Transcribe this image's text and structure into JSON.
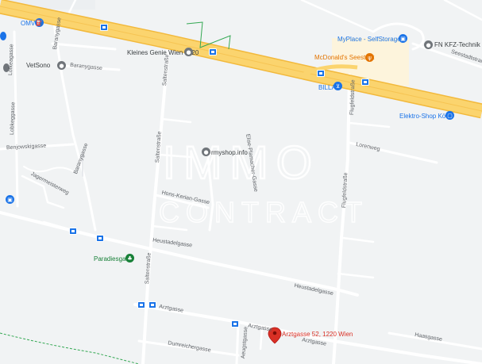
{
  "colors": {
    "background": "#f1f3f4",
    "highway": "#fbd46e",
    "highway_edge": "#f2b93c",
    "street": "#ffffff",
    "poi_blue": "#1a73e8",
    "poi_orange": "#e37400",
    "poi_gray": "#70757a",
    "poi_green": "#188038",
    "marker_red": "#d93025",
    "retail_area": "#fdf4dc",
    "park_line": "#34a853"
  },
  "pois": [
    {
      "name": "OMV",
      "color": "poi_blue",
      "icon": "gas-station-icon"
    },
    {
      "name": "Kleines Genie Wien 1220",
      "color": "poi_gray",
      "icon": "place-icon"
    },
    {
      "name": "MyPlace - SelfStorage",
      "color": "poi_blue",
      "icon": "storage-icon"
    },
    {
      "name": "FN KFZ-Technik",
      "color": "poi_gray",
      "icon": "place-icon"
    },
    {
      "name": "McDonald's Seestadt",
      "color": "poi_orange",
      "icon": "restaurant-icon"
    },
    {
      "name": "VetSono",
      "color": "poi_gray",
      "icon": "place-icon"
    },
    {
      "name": "BILLA",
      "color": "poi_blue",
      "icon": "shopping-cart-icon"
    },
    {
      "name": "Elektro-Shop Köck",
      "color": "poi_blue",
      "icon": "shopping-bag-icon"
    },
    {
      "name": "rmyshop.info",
      "color": "poi_gray",
      "icon": "place-icon"
    },
    {
      "name": "Paradiesgartl",
      "color": "poi_green",
      "icon": "park-icon"
    }
  ],
  "marker": {
    "label": "Arztgasse 52, 1220 Wien",
    "icon": "map-pin-icon"
  },
  "streets": [
    "Baranygasse",
    "Baranygasse",
    "Saltenstraße",
    "Seestadtstraße",
    "Flugfeldstraße",
    "Lorenweg",
    "Benjowskigasse",
    "Baranygasse",
    "Jagermeisterweg",
    "Saltenstraße",
    "Hons-Kerian-Gasse",
    "Elise-Plamacher-Gasse",
    "Flugfeldstraße",
    "Heustadelgasse",
    "Heustadelgasse",
    "Saltenstraße",
    "Arztgasse",
    "Arztgasse",
    "Arztgasse",
    "Aeugstgasse",
    "Dumreichergasse",
    "Haasgasse",
    "Lofkeagasse",
    "Lobkeggasse"
  ],
  "watermark": {
    "line1": "IMMO",
    "line2": "CONTRACT"
  }
}
